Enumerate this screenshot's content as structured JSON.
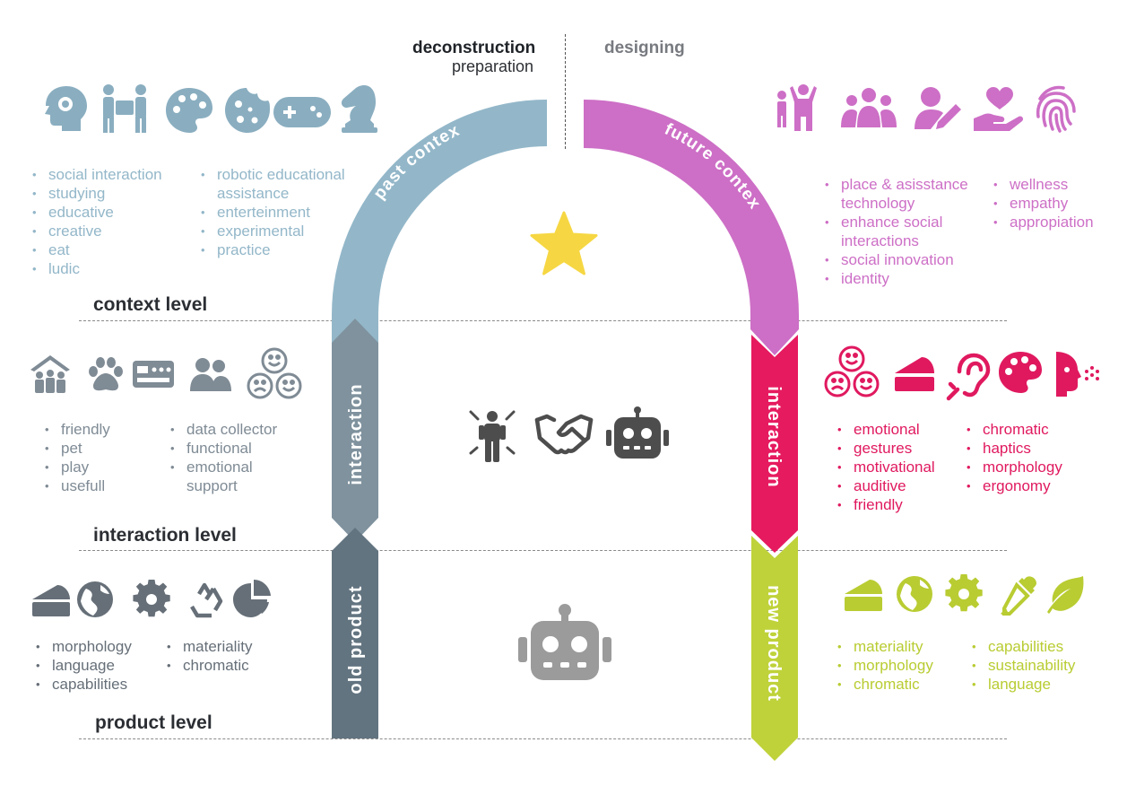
{
  "header": {
    "left_title": "deconstruction",
    "left_subtitle": "preparation",
    "right_title": "designing"
  },
  "levels": {
    "context": "context level",
    "interaction": "interaction level",
    "product": "product level"
  },
  "arrows": {
    "past_context": "past contex",
    "future_context": "future contex",
    "interaction_left": "interaction",
    "interaction_right": "interaction",
    "old_product": "old product",
    "new_product": "new product"
  },
  "past_context": {
    "col1": [
      "social interaction",
      "studying",
      "educative",
      "creative",
      "eat",
      "ludic"
    ],
    "col2": [
      "robotic educational",
      "assistance",
      "enterteinment",
      "experimental",
      "practice"
    ],
    "icons": [
      "head-gear-icon",
      "people-collaboration-icon",
      "palette-icon",
      "cookie-icon",
      "gamepad-icon",
      "chess-knight-icon"
    ]
  },
  "future_context": {
    "col1": [
      "place & asisstance",
      "technology",
      "enhance social",
      "interactions",
      "social innovation",
      "identity"
    ],
    "col2": [
      "wellness",
      "empathy",
      "appropiation"
    ],
    "icons": [
      "child-adult-icon",
      "group-icon",
      "user-edit-icon",
      "hand-heart-icon",
      "fingerprint-icon"
    ]
  },
  "interaction_old": {
    "col1": [
      "friendly",
      "pet",
      "play",
      "usefull"
    ],
    "col2": [
      "data collector",
      "functional",
      "emotional",
      "support"
    ],
    "icons": [
      "house-people-icon",
      "paw-icon",
      "control-panel-icon",
      "users-icon",
      "emotions-icon"
    ]
  },
  "interaction_new": {
    "col1": [
      "emotional",
      "gestures",
      "motivational",
      "auditive",
      "friendly"
    ],
    "col2": [
      "chromatic",
      "haptics",
      "morphology",
      "ergonomy"
    ],
    "icons": [
      "emotions-icon",
      "cake-slice-icon",
      "ear-icon",
      "palette-icon",
      "face-speak-icon"
    ]
  },
  "product_old": {
    "col1": [
      "morphology",
      "language",
      "capabilities"
    ],
    "col2": [
      "materiality",
      "chromatic"
    ],
    "icons": [
      "cake-slice-icon",
      "globe-icon",
      "gear-icon",
      "recycle-icon",
      "pie-chart-icon"
    ]
  },
  "product_new": {
    "col1": [
      "materiality",
      "morphology",
      "chromatic"
    ],
    "col2": [
      "capabilities",
      "sustainability",
      "language"
    ],
    "icons": [
      "cake-slice-icon",
      "globe-icon",
      "gear-icon",
      "eyedropper-icon",
      "leaf-icon"
    ]
  },
  "center_icons": [
    "star-icon",
    "human-icon",
    "handshake-icon",
    "robot-icon",
    "robot-large-icon"
  ],
  "colors": {
    "past": "#93b7c9",
    "future": "#cd6fc6",
    "interaction_left": "#7f929e",
    "interaction_right": "#e61a5f",
    "old_product": "#627480",
    "new_product": "#bfd23a",
    "star": "#f6d743",
    "robot_dark": "#4d4d4d",
    "robot_light": "#9b9b9b"
  }
}
